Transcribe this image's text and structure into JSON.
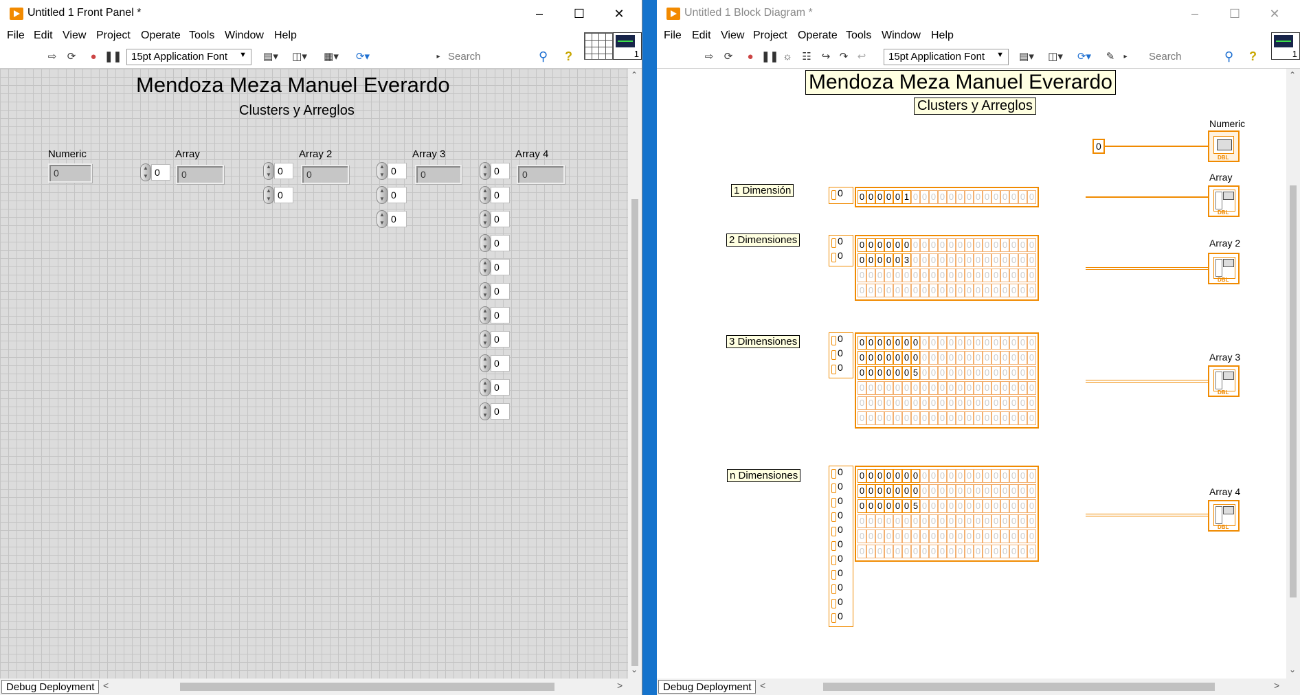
{
  "front_panel": {
    "title": "Untitled 1 Front Panel *",
    "menu": [
      "File",
      "Edit",
      "View",
      "Project",
      "Operate",
      "Tools",
      "Window",
      "Help"
    ],
    "font": "15pt Application Font",
    "search_placeholder": "Search",
    "heading": "Mendoza Meza Manuel Everardo",
    "subheading": "Clusters y Arreglos",
    "numeric": {
      "label": "Numeric",
      "value": "0"
    },
    "array": {
      "label": "Array",
      "index": "0",
      "value": "0"
    },
    "array2": {
      "label": "Array 2",
      "indices": [
        "0",
        "0"
      ],
      "value": "0"
    },
    "array3": {
      "label": "Array 3",
      "indices": [
        "0",
        "0",
        "0"
      ],
      "value": "0"
    },
    "array4": {
      "label": "Array 4",
      "indices": [
        "0",
        "0",
        "0",
        "0",
        "0",
        "0",
        "0",
        "0",
        "0",
        "0",
        "0"
      ],
      "value": "0"
    },
    "status": "Debug Deployment",
    "vi_icon_number": "1"
  },
  "block_diagram": {
    "title": "Untitled 1 Block Diagram *",
    "menu": [
      "File",
      "Edit",
      "View",
      "Project",
      "Operate",
      "Tools",
      "Window",
      "Help"
    ],
    "font": "15pt Application Font",
    "search_placeholder": "Search",
    "heading": "Mendoza Meza Manuel Everardo",
    "subheading": "Clusters y Arreglos",
    "numeric_const": "0",
    "terminals": {
      "numeric": "Numeric",
      "array": "Array",
      "array2": "Array 2",
      "array3": "Array 3",
      "array4": "Array 4"
    },
    "terminal_type": "DBL",
    "terminal_glyph": "123",
    "labels": {
      "d1": "1 Dimensión",
      "d2": "2 Dimensiones",
      "d3": "3 Dimensiones",
      "dn": "n Dimensiones"
    },
    "arr1": {
      "indices": [
        "0"
      ],
      "rows": [
        [
          "0",
          "0",
          "0",
          "0",
          "0",
          "1"
        ]
      ]
    },
    "arr2": {
      "indices": [
        "0",
        "0"
      ],
      "rows": [
        [
          "0",
          "0",
          "0",
          "0",
          "0",
          "0"
        ],
        [
          "0",
          "0",
          "0",
          "0",
          "0",
          "3"
        ]
      ]
    },
    "arr3": {
      "indices": [
        "0",
        "0",
        "0"
      ],
      "rows": [
        [
          "0",
          "0",
          "0",
          "0",
          "0",
          "0",
          "0"
        ],
        [
          "0",
          "0",
          "0",
          "0",
          "0",
          "0",
          "0"
        ],
        [
          "0",
          "0",
          "0",
          "0",
          "0",
          "0",
          "5"
        ]
      ]
    },
    "arr4": {
      "indices": [
        "0",
        "0",
        "0",
        "0",
        "0",
        "0",
        "0",
        "0",
        "0",
        "0",
        "0"
      ],
      "rows": [
        [
          "0",
          "0",
          "0",
          "0",
          "0",
          "0",
          "0"
        ],
        [
          "0",
          "0",
          "0",
          "0",
          "0",
          "0",
          "0"
        ],
        [
          "0",
          "0",
          "0",
          "0",
          "0",
          "0",
          "5"
        ]
      ]
    },
    "status": "Debug Deployment",
    "vi_icon_number": "1"
  }
}
